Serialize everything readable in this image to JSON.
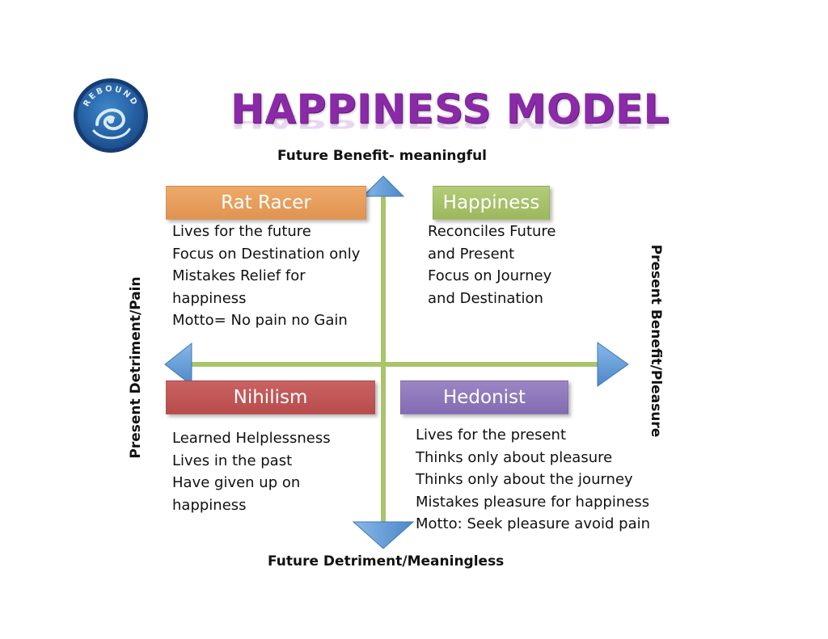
{
  "logo": {
    "text": "REBOUND",
    "colors": {
      "ring": "#1f4a86",
      "inner": "#2a6fb5",
      "swirl": "#d7ebf7"
    }
  },
  "title": "HAPPINESS MODEL",
  "colors": {
    "title": "#8a2aa8",
    "axis_line": "#a9c46a",
    "arrow": "#5f9bd8",
    "rat_racer": "#e89a59",
    "happiness": "#a6bf68",
    "nihilism": "#bf5555",
    "hedonist": "#8b75b9"
  },
  "axes": {
    "top": "Future Benefit- meaningful",
    "bottom": "Future Detriment/Meaningless",
    "left": "Present Detriment/Pain",
    "right": "Present Benefit/Pleasure"
  },
  "quadrants": {
    "rat_racer": {
      "label": "Rat Racer",
      "lines": [
        "Lives for the future",
        "Focus on Destination only",
        "Mistakes Relief for",
        "happiness",
        "Motto= No pain no Gain"
      ]
    },
    "happiness": {
      "label": "Happiness",
      "lines": [
        "Reconciles Future",
        "and Present",
        "Focus on Journey",
        "and Destination"
      ]
    },
    "nihilism": {
      "label": "Nihilism",
      "lines": [
        "Learned Helplessness",
        "Lives in the past",
        "Have given up on",
        "happiness"
      ]
    },
    "hedonist": {
      "label": "Hedonist",
      "lines": [
        "Lives for the present",
        "Thinks only about pleasure",
        "Thinks only about the journey",
        "Mistakes pleasure for happiness",
        "Motto: Seek pleasure avoid pain"
      ]
    }
  }
}
